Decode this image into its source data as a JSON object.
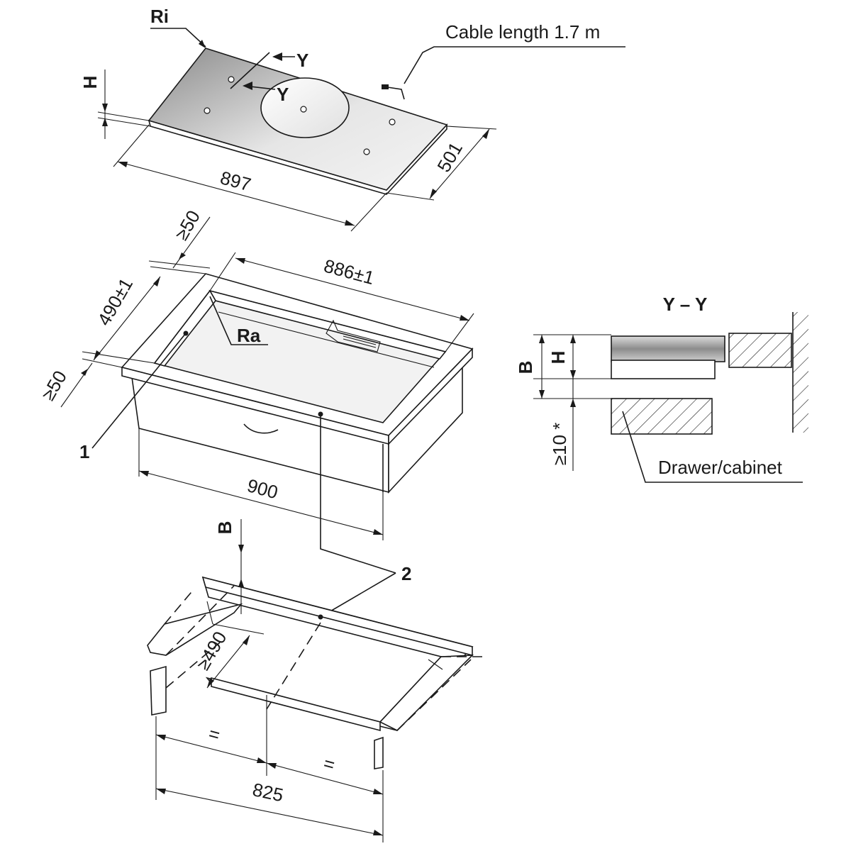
{
  "labels": {
    "ri": "Ri",
    "cable": "Cable length 1.7 m",
    "h_top": "H",
    "y_upper": "Y",
    "y_lower": "Y",
    "d897": "897",
    "d501": "501",
    "ge50_a": "≥50",
    "ge50_b": "≥50",
    "d490": "490±1",
    "d886": "886±1",
    "ra": "Ra",
    "d900": "900",
    "c1": "1",
    "c2": "2",
    "b_lower": "B",
    "ge490": "≥490",
    "eq1": "=",
    "eq2": "=",
    "d825": "825",
    "section_title": "Y – Y",
    "sec_b": "B",
    "sec_h": "H",
    "sec_ge10": "≥10 *",
    "drawer": "Drawer/cabinet"
  },
  "colors": {
    "line": "#1a1a1a",
    "plate_light": "#e6e6e6",
    "plate_dark": "#8a8a8a"
  }
}
